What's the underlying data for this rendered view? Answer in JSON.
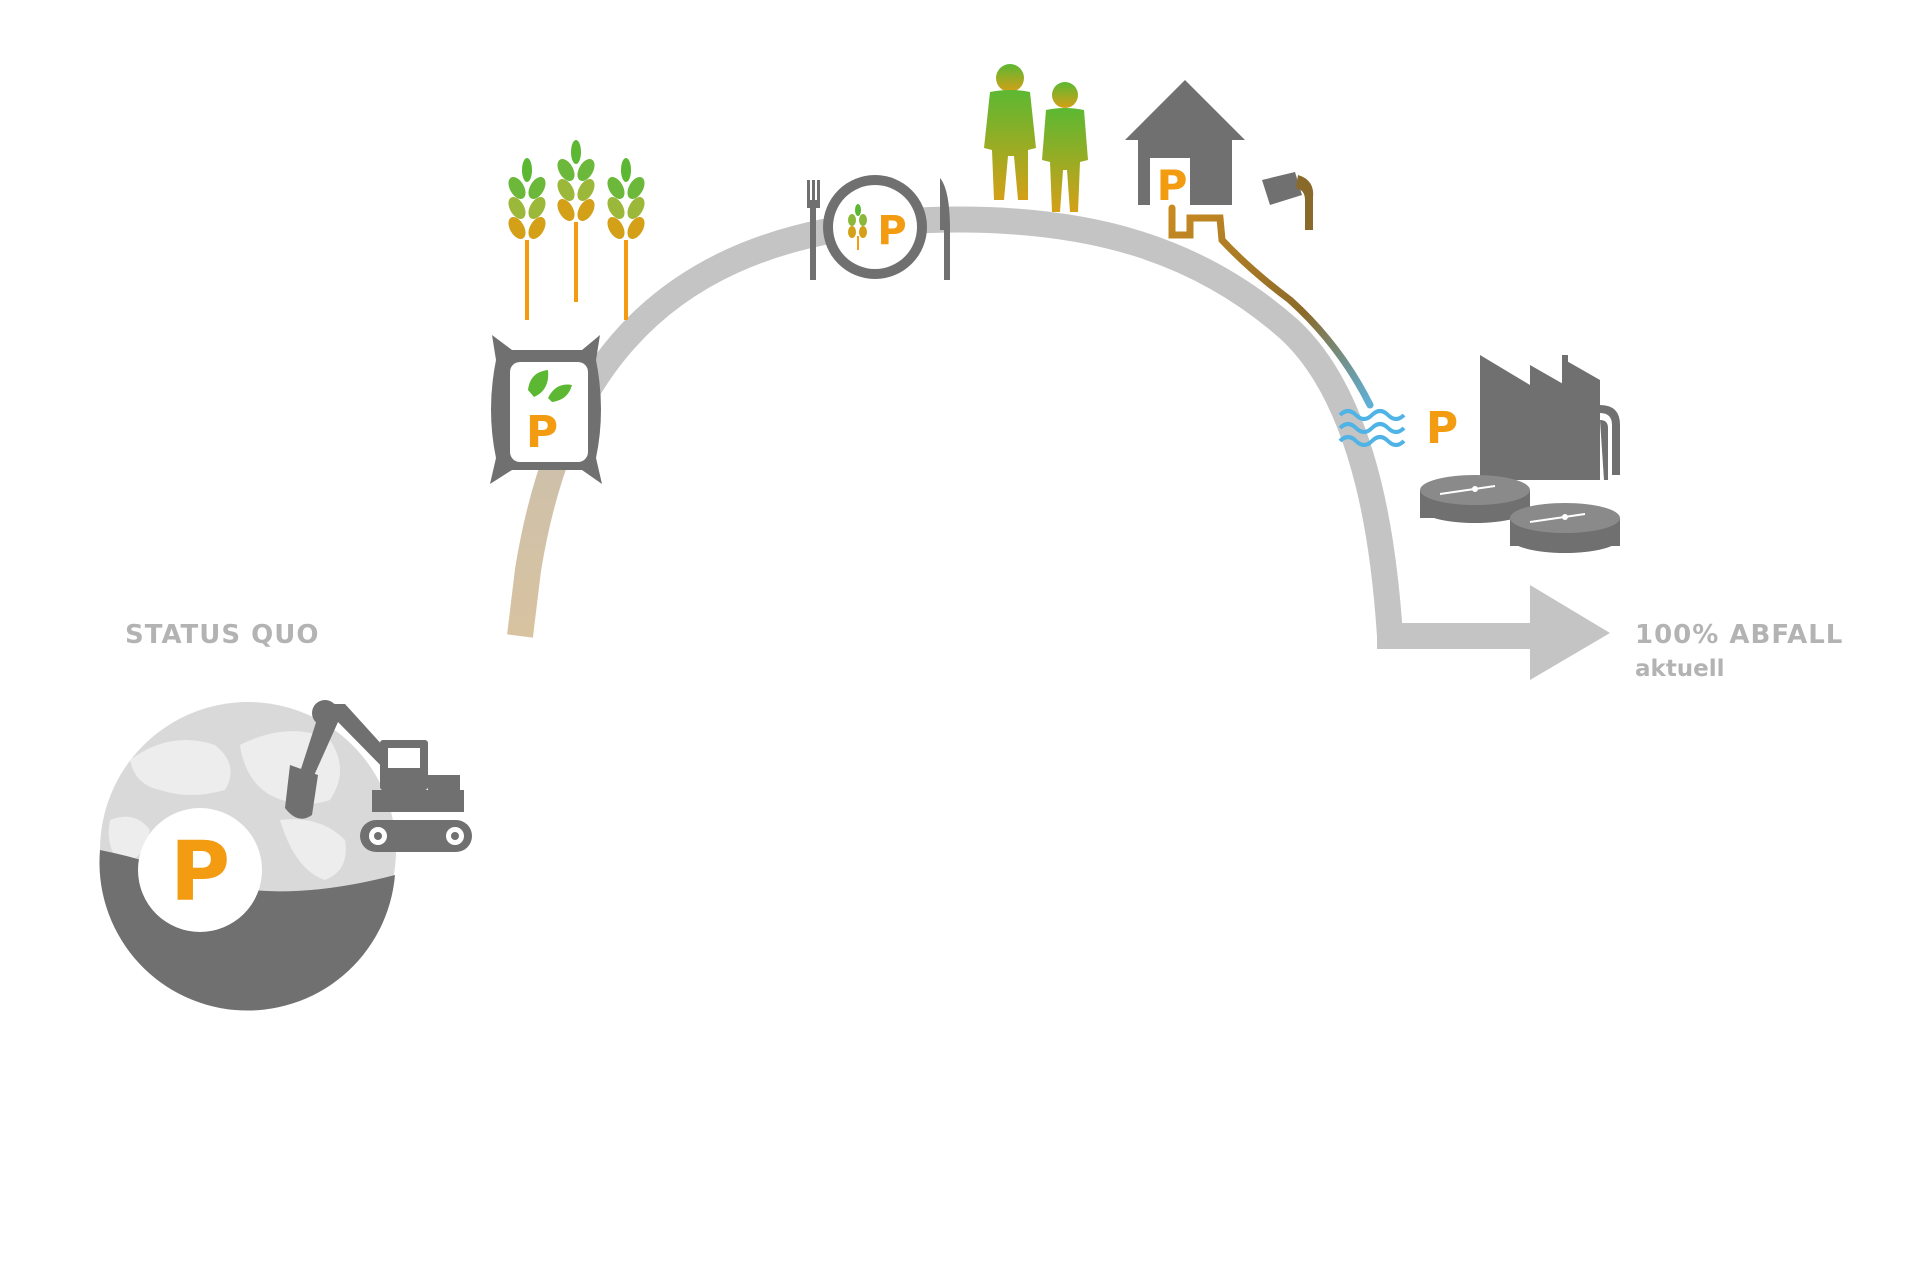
{
  "labels": {
    "status_quo": "STATUS QUO",
    "end_title": "100% ABFALL",
    "end_subtitle": "aktuell"
  },
  "symbol_letter": "P",
  "colors": {
    "orange": "#f39c12",
    "green": "#5cb832",
    "grey_dark": "#707070",
    "grey_light": "#c4c4c4",
    "label_grey": "#b3b3b3",
    "water_blue": "#4fb3e6",
    "sewage_brown": "#8a6a2a"
  },
  "stages": [
    {
      "key": "mining",
      "icons": [
        "globe-icon",
        "excavator-icon"
      ]
    },
    {
      "key": "fertilizer",
      "icons": [
        "fertilizer-bag-icon",
        "wheat-icon"
      ]
    },
    {
      "key": "food",
      "icons": [
        "plate-icon",
        "fork-icon",
        "knife-icon"
      ]
    },
    {
      "key": "consumption",
      "icons": [
        "people-icon",
        "house-icon",
        "bucket-icon"
      ]
    },
    {
      "key": "wastewater",
      "icons": [
        "water-waves-icon",
        "treatment-plant-icon"
      ]
    }
  ]
}
